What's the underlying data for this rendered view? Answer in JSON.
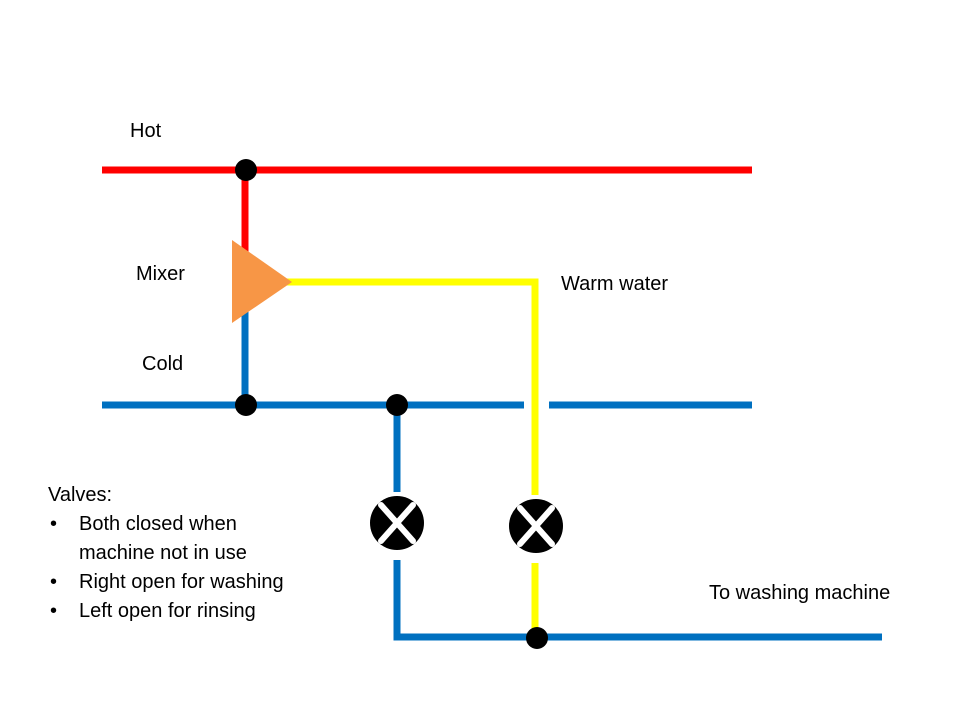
{
  "colors": {
    "hot": "#ff0000",
    "cold": "#0070c0",
    "warm": "#ffff00",
    "mixer": "#f79646",
    "junction": "#000000",
    "valve": "#000000"
  },
  "labels": {
    "hot": "Hot",
    "mixer": "Mixer",
    "cold": "Cold",
    "warm_water": "Warm water",
    "outlet": "To washing machine"
  },
  "notes": {
    "title": "Valves:",
    "items": [
      "Both closed when machine not in use",
      "Right open for washing",
      "Left open for rinsing"
    ]
  },
  "icons": {
    "mixer": "triangle-mixer-icon",
    "valve": "circle-x-valve-icon",
    "junction": "dot-junction-icon"
  }
}
